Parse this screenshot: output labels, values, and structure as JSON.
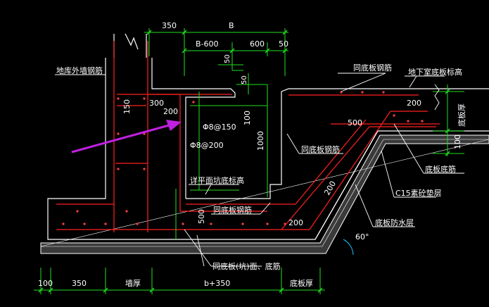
{
  "colors": {
    "background": "#000000",
    "concrete": "#ffffff",
    "rebar": "#ff2020",
    "dimension": "#20e020",
    "leader": "#ffffff",
    "arrow": "#c020e0",
    "hatch": "#9a9a9a",
    "angle": "#20c0ff"
  },
  "dimensions": {
    "top_350": "350",
    "top_b": "B",
    "b_minus_600": "B-600",
    "top_600": "600",
    "top_50": "50",
    "mid_50": "50",
    "right_50": "50",
    "d300": "300",
    "d200": "200",
    "d150": "150",
    "d100_mid": "100",
    "d1000": "1000",
    "d500_left": "500",
    "d500_right": "500",
    "d200_right": "200",
    "d200_slope": "200",
    "d200_bottom": "200",
    "d100_right": "100",
    "bot_100": "100",
    "bot_350": "350",
    "bot_wall": "墙厚",
    "bot_b350": "b+350",
    "bot_slab": "底板厚",
    "angle": "60°"
  },
  "rebar_labels": {
    "phi8_150": "Φ8@150",
    "phi8_200": "Φ8@200"
  },
  "labels": {
    "wall_outer": "地库外墙钢筋",
    "same_slab_top": "同底板钢筋",
    "basement_floor": "地下室底板标高",
    "slab_thickness": "底板厚",
    "same_slab_rebar": "同底板钢筋",
    "pit_bottom_level": "详平面坑底标高",
    "same_slab_mid": "同底板钢筋",
    "slab_bottom_rebar": "底板底筋",
    "c15_cushion": "C15素砼垫层",
    "waterproof": "底板防水层",
    "bottom_note": "同底板(坑)面、底筋"
  }
}
